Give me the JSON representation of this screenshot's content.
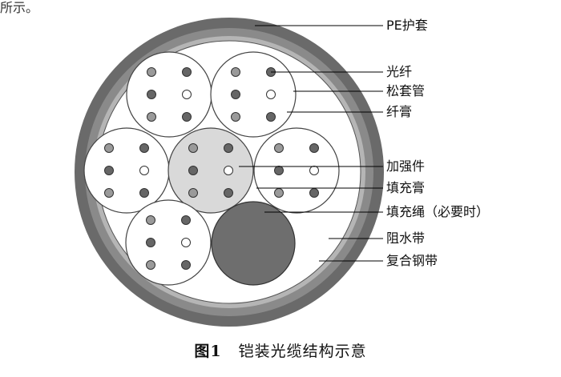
{
  "top_fragment": "所示。",
  "labels": {
    "pe_sheath": "PE护套",
    "fiber": "光纤",
    "loose_tube": "松套管",
    "fiber_gel": "纤膏",
    "strength_member": "加强件",
    "filling_compound": "填充膏",
    "filler_rope": "填充绳（必要时）",
    "water_blocking_tape": "阻水带",
    "composite_steel_tape": "复合钢带"
  },
  "caption": {
    "number": "图1",
    "text": "铠装光缆结构示意"
  },
  "colors": {
    "outer_sheath": "#6a6a6a",
    "steel_tape": "#8a8a8a",
    "water_tape": "#b5b5b5",
    "inner_fill": "#ffffff",
    "strength_member": "#d9d9d9",
    "filler_rope": "#6e6e6e",
    "fiber_dark": "#666666",
    "fiber_mid": "#9a9a9a",
    "fiber_white": "#ffffff",
    "leader": "#000000"
  }
}
